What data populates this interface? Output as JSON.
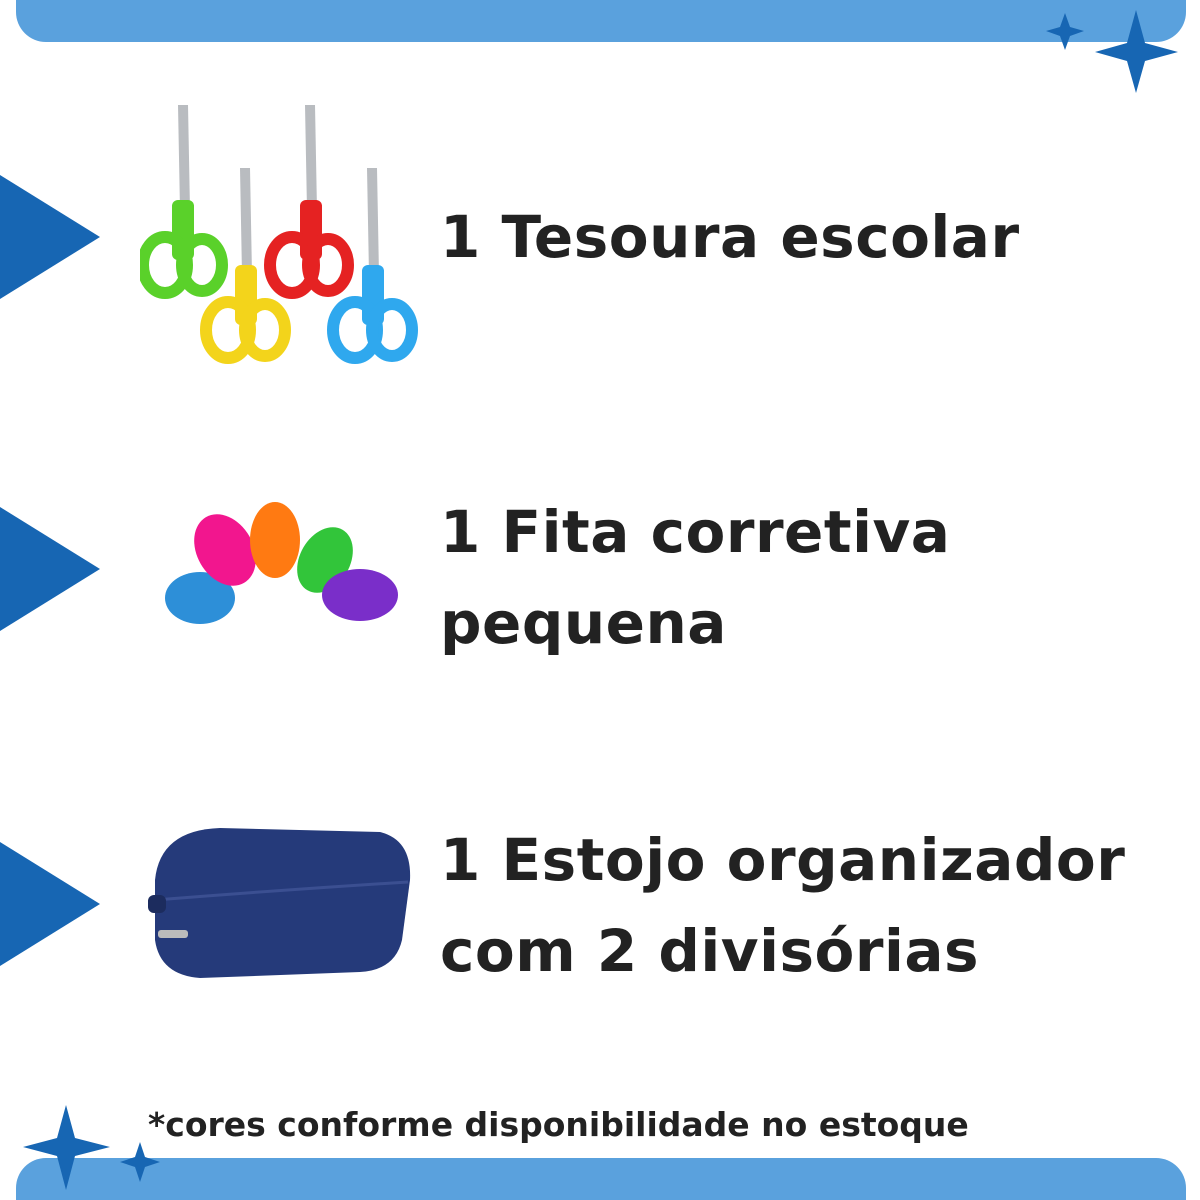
{
  "items": [
    {
      "line1": "1 Tesoura escolar",
      "line2": ""
    },
    {
      "line1": "1 Fita corretiva",
      "line2": "pequena"
    },
    {
      "line1": "1 Estojo organizador",
      "line2": "com 2 divisórias"
    }
  ],
  "note": "*cores conforme disponibilidade no estoque",
  "colors": {
    "bar": "#5aa1dd",
    "accent": "#1766b3",
    "text": "#222222"
  }
}
